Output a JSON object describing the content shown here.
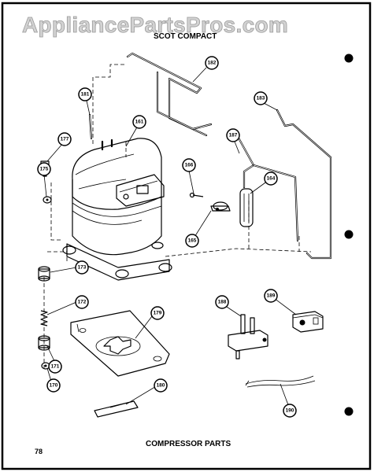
{
  "watermark": "AppliancePartsPros.com",
  "header": "SCOT COMPACT",
  "footer": "COMPRESSOR PARTS",
  "page_number": "78",
  "callouts": [
    "181",
    "182",
    "183",
    "161",
    "177",
    "175",
    "166",
    "187",
    "164",
    "165",
    "173",
    "172",
    "179",
    "171",
    "170",
    "188",
    "189",
    "180",
    "190"
  ]
}
